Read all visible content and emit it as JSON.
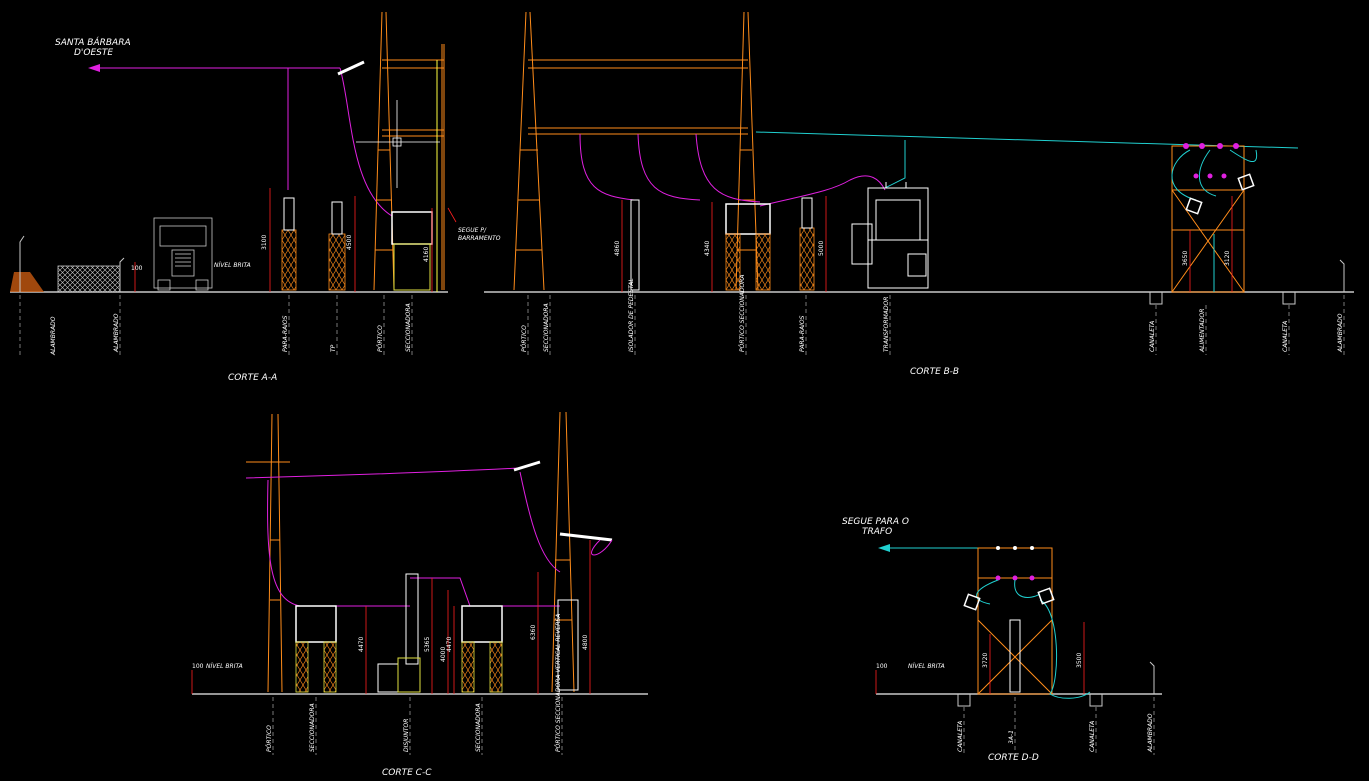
{
  "colors": {
    "background": "#000000",
    "structure": "#ff8c1a",
    "conductor": "#e020e0",
    "wire_cyan": "#20d0d0",
    "ground": "#c8c8c8",
    "dimension": "#ff2020",
    "equipment": "#ffffff",
    "insulator": "#e0e040",
    "guide": "#ffff40"
  },
  "icons": [
    "arrow-left-icon",
    "crosshair-cursor-icon"
  ],
  "section_aa": {
    "title": "CORTE A-A",
    "direction_line1": "SANTA BÁRBARA",
    "direction_line2": "D'OESTE",
    "note_line1": "SEGUE P/",
    "note_line2": "BARRAMENTO",
    "ground_level": "NÍVEL BRITA",
    "dims": [
      "100",
      "3100",
      "4500",
      "4160"
    ],
    "labels": [
      "ALAMBRADO",
      "ALAMBRADO",
      "PARA-RAIOS",
      "TP",
      "PÓRTICO",
      "SECCIONADORA"
    ]
  },
  "section_bb": {
    "title": "CORTE B-B",
    "dims": [
      "4860",
      "4340",
      "5000",
      "3650",
      "3120"
    ],
    "labels": [
      "PÓRTICO",
      "SECCIONADORA",
      "ISOLADOR DE PEDESTAL",
      "PÓRTICO SECCIONADORA",
      "PARA-RAIOS",
      "TRANSFORMADOR",
      "CANALETA",
      "ALIMENTADOR",
      "CANALETA",
      "ALAMBRADO"
    ]
  },
  "section_cc": {
    "title": "CORTE C-C",
    "ground_level": "NÍVEL BRITA",
    "dims": [
      "100",
      "4470",
      "5365",
      "4000",
      "4470",
      "6360",
      "4800"
    ],
    "labels": [
      "PÓRTICO",
      "SECCIONADORA",
      "DISJUNTOR",
      "SECCIONADORA",
      "PÓRTICO SECCIONADORA VERTICAL REVERSA"
    ]
  },
  "section_dd": {
    "title": "CORTE D-D",
    "direction_line1": "SEGUE PARA O",
    "direction_line2": "TRAFO",
    "ground_level": "NÍVEL BRITA",
    "dims": [
      "100",
      "3720",
      "3500"
    ],
    "labels": [
      "CANALETA",
      "3A-1",
      "CANALETA",
      "ALAMBRADO"
    ]
  }
}
